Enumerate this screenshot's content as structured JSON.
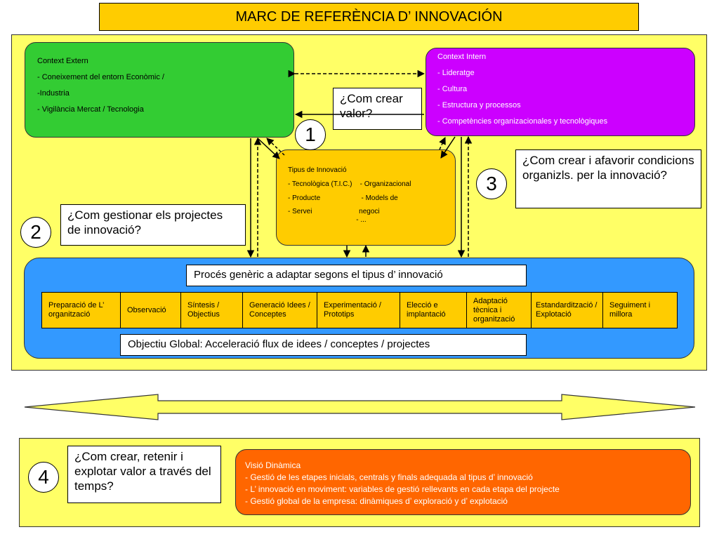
{
  "title": "MARC DE REFERÈNCIA  D’ INNOVACIÓN",
  "context_extern": {
    "heading": "Context Extern",
    "items": [
      "- Coneixement del entorn Econòmic /",
      "-Industria",
      "- Vigilància Mercat / Tecnologia"
    ]
  },
  "context_intern": {
    "heading": "Context Intern",
    "items": [
      "- Lideratge",
      "- Cultura",
      "- Estructura y processos",
      "- Competències organizacionales y tecnològiques"
    ]
  },
  "questions": {
    "q1": "¿Com crear valor?",
    "q2": "¿Com gestionar els projectes de innovació?",
    "q3": "¿Com crear i afavorir condicions organizls. per la innovació?",
    "q4": "¿Com crear, retenir i explotar valor a través del temps?"
  },
  "numbers": {
    "n1": "1",
    "n2": "2",
    "n3": "3",
    "n4": "4"
  },
  "tipus": {
    "heading": "Tipus de Innovació",
    "lines": [
      "- Tecnològica (T.I.C.)    - Organizacional",
      "- Producte                     - Models de",
      "- Servei                        negoci",
      "                                   - ..."
    ]
  },
  "process": {
    "label": "Procés genèric a adaptar segons el tipus d’ innovació",
    "objective": "Objectiu Global: Acceleració flux de idees / conceptes / projectes",
    "steps": [
      "Preparació de L’ organització",
      "Observació",
      "Síntesis / Objectius",
      "Generació Idees / Conceptes",
      "Experimentació / Prototips",
      "Elecció e implantació",
      "Adaptació tècnica i organització",
      "Estandardització / Explotació",
      "Seguiment i millora"
    ]
  },
  "visio": {
    "heading": "Visió Dinàmica",
    "items": [
      "- Gestió de les etapes inicials, centrals y finals adequada al tipus d’ innovació",
      "- L’ innovació en moviment: variables de gestió rellevants en cada etapa del projecte",
      "- Gestió global de la empresa: dinàmiques d’ exploració y d’ explotació"
    ]
  },
  "colors": {
    "title_bg": "#ffcc00",
    "panel_bg": "#ffff66",
    "context_extern": "#33cc33",
    "context_intern": "#cc00ff",
    "tipus": "#ffcc00",
    "process": "#3399ff",
    "visio": "#ff6600"
  }
}
